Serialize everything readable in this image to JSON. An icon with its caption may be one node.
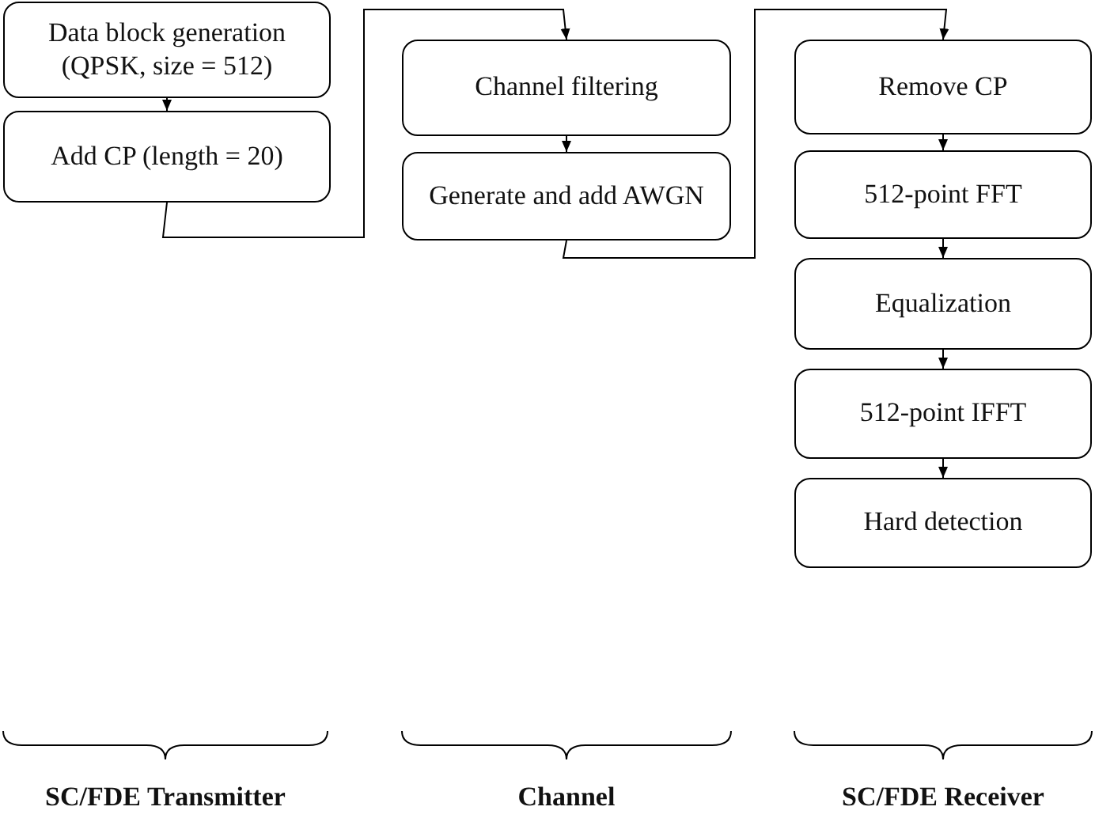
{
  "diagram": {
    "nodes": [
      {
        "text": [
          "Data block generation (QPSK, size = 512)"
        ]
      },
      {
        "text": [
          "Add CP (length = 20)"
        ]
      },
      {
        "text": [
          "Channel filtering"
        ]
      },
      {
        "text": [
          "Generate and add AWGN"
        ]
      },
      {
        "text": [
          "Remove CP"
        ]
      },
      {
        "text": [
          "512-point FFT"
        ]
      },
      {
        "text": [
          "Equalization"
        ]
      },
      {
        "text": [
          "512-point IFFT"
        ]
      },
      {
        "text": [
          "Hard detection"
        ]
      }
    ],
    "edges": [
      {
        "from": 0,
        "to": 1,
        "arrow": "to"
      },
      {
        "from": 1,
        "to": 2,
        "arrow": "to"
      },
      {
        "from": 2,
        "to": 3,
        "arrow": "to"
      },
      {
        "from": 3,
        "to": 4,
        "arrow": "to"
      },
      {
        "from": 4,
        "to": 5,
        "arrow": "to"
      },
      {
        "from": 5,
        "to": 6,
        "arrow": "to"
      },
      {
        "from": 6,
        "to": 7,
        "arrow": "to"
      },
      {
        "from": 7,
        "to": 8,
        "arrow": "to"
      }
    ],
    "labels": [
      "SC/FDE Transmitter",
      "Channel",
      "SC/FDE Receiver"
    ]
  }
}
